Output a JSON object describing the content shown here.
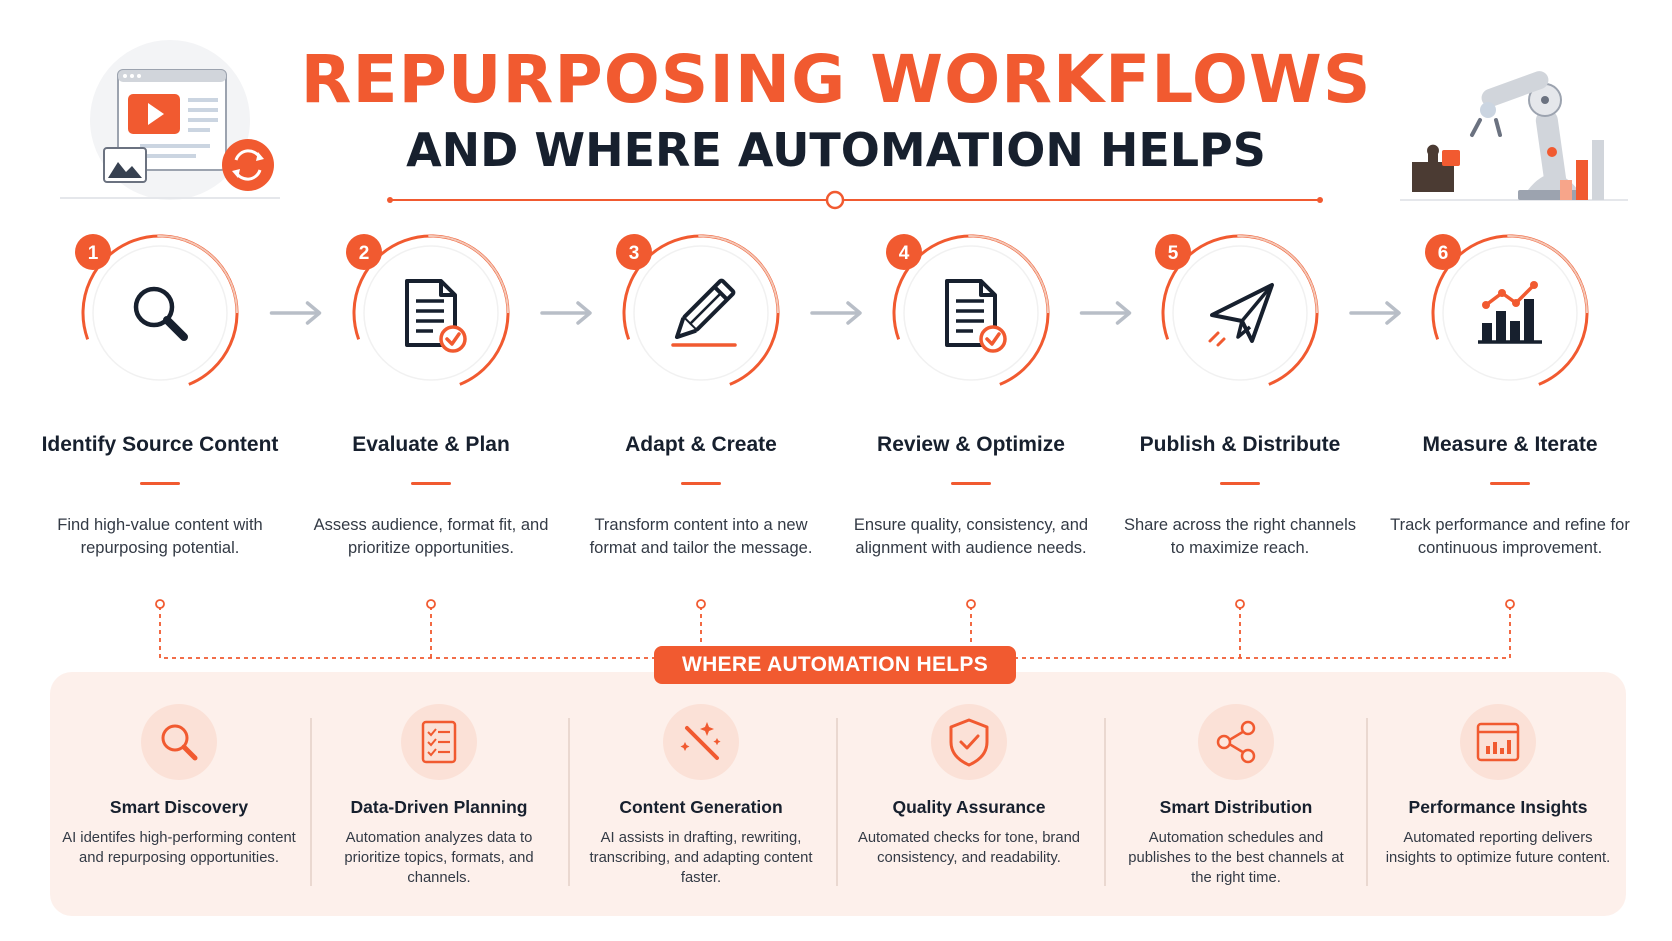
{
  "header": {
    "title": "REPURPOSING WORKFLOWS",
    "subtitle": "AND WHERE AUTOMATION HELPS"
  },
  "colors": {
    "accent": "#f15a30",
    "dark": "#17202e",
    "panel": "#fdf0eb"
  },
  "steps": [
    {
      "number": "1",
      "title": "Identify Source Content",
      "description": "Find high-value content with repurposing potential.",
      "icon": "magnifier-icon"
    },
    {
      "number": "2",
      "title": "Evaluate & Plan",
      "description": "Assess audience, format fit, and prioritize opportunities.",
      "icon": "document-check-icon"
    },
    {
      "number": "3",
      "title": "Adapt & Create",
      "description": "Transform content into a new format and tailor the message.",
      "icon": "pencil-icon"
    },
    {
      "number": "4",
      "title": "Review & Optimize",
      "description": "Ensure quality, consistency, and alignment with audience needs.",
      "icon": "document-check-icon"
    },
    {
      "number": "5",
      "title": "Publish & Distribute",
      "description": "Share across the right channels to maximize reach.",
      "icon": "paper-plane-icon"
    },
    {
      "number": "6",
      "title": "Measure & Iterate",
      "description": "Track performance and refine for continuous improvement.",
      "icon": "growth-chart-icon"
    }
  ],
  "automation": {
    "banner": "WHERE AUTOMATION HELPS",
    "items": [
      {
        "title": "Smart Discovery",
        "description": "AI identifes high-performing content and repurposing opportunities.",
        "icon": "search-icon"
      },
      {
        "title": "Data-Driven Planning",
        "description": "Automation analyzes data to prioritize topics, formats, and channels.",
        "icon": "checklist-icon"
      },
      {
        "title": "Content Generation",
        "description": "AI assists in drafting, rewriting, transcribing, and adapting content faster.",
        "icon": "magic-wand-icon"
      },
      {
        "title": "Quality Assurance",
        "description": "Automated checks for tone, brand consistency, and readability.",
        "icon": "shield-check-icon"
      },
      {
        "title": "Smart Distribution",
        "description": "Automation schedules and publishes to the best channels at the right time.",
        "icon": "share-icon"
      },
      {
        "title": "Performance Insights",
        "description": "Automated reporting delivers insights to optimize future content.",
        "icon": "analytics-icon"
      }
    ]
  }
}
